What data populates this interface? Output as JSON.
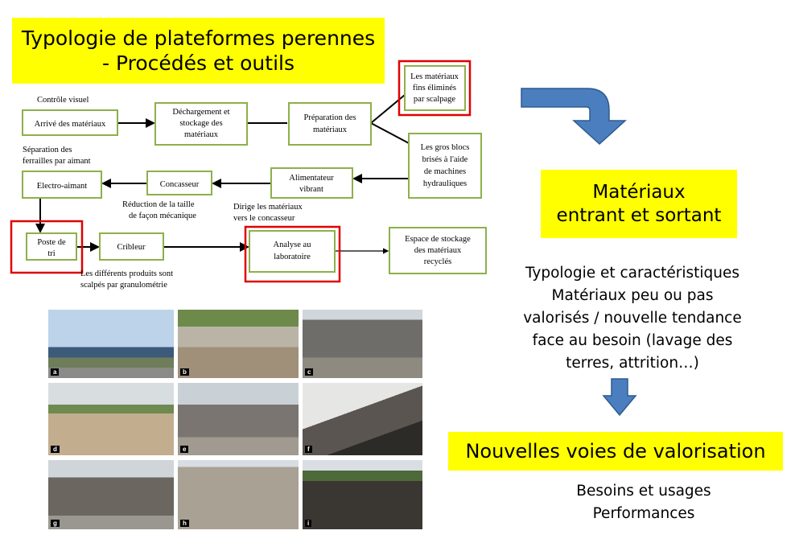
{
  "title": {
    "line1": "Typologie de plateformes perennes",
    "line2": "- Procédés et outils"
  },
  "diagram": {
    "boxes": {
      "arrive": "Arrivé des matériaux",
      "dechargement": [
        "Déchargement et",
        "stockage des",
        "matériaux"
      ],
      "preparation": [
        "Préparation des",
        "matériaux"
      ],
      "fins": [
        "Les matériaux",
        "fins éliminés",
        "par scalpage"
      ],
      "gros_blocs": [
        "Les gros blocs",
        "brisés à l'aide",
        "de machines",
        "hydrauliques"
      ],
      "alimentateur": [
        "Alimentateur",
        "vibrant"
      ],
      "concasseur": "Concasseur",
      "electro": "Electro-aimant",
      "poste": [
        "Poste de",
        "tri"
      ],
      "cribleur": "Cribleur",
      "analyse": [
        "Analyse au",
        "laboratoire"
      ],
      "espace": [
        "Espace de stockage",
        "des matériaux",
        "recyclés"
      ]
    },
    "notes": {
      "controle": "Contrôle visuel",
      "separation": [
        "Séparation des",
        "ferrailles par aimant"
      ],
      "reduction": [
        "Réduction de la taille",
        "de façon mécanique"
      ],
      "dirige": [
        "Dirige les matériaux",
        "vers le concasseur"
      ],
      "produits": [
        "Les différents produits sont",
        "scalpés par granulométrie"
      ]
    }
  },
  "photos": [
    "a",
    "b",
    "c",
    "d",
    "e",
    "f",
    "g",
    "h",
    "i"
  ],
  "materiaux": {
    "line1": "Matériaux",
    "line2": "entrant et sortant"
  },
  "paragraph": [
    "Typologie et caractéristiques",
    "Matériaux peu ou pas",
    "valorisés / nouvelle tendance",
    "face au besoin (lavage des",
    "terres, attrition…)"
  ],
  "nouvelles": "Nouvelles voies de valorisation",
  "besoins": [
    "Besoins et usages",
    "Performances"
  ],
  "colors": {
    "highlight": "#ffff00",
    "arrow": "#4a7ebf",
    "box_border": "#8db04a",
    "red": "#e00000"
  }
}
